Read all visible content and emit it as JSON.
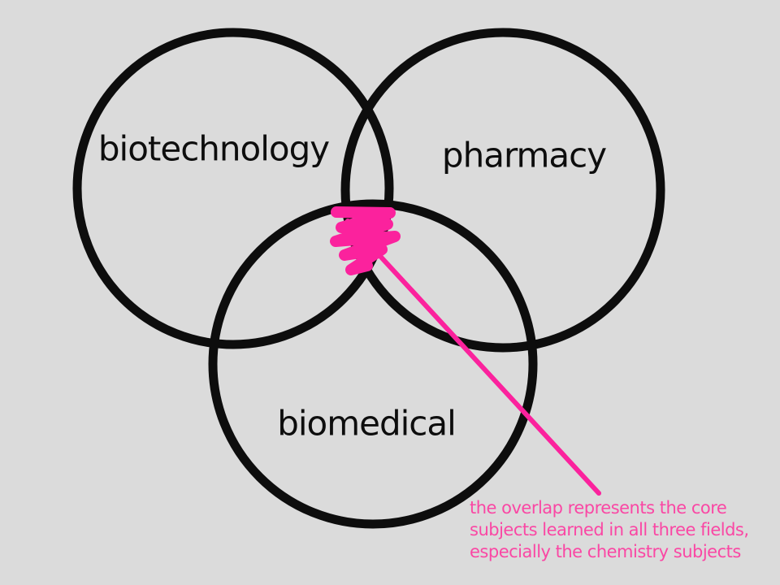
{
  "diagram": {
    "type": "venn-3-circle",
    "sets": [
      {
        "label": "biotechnology",
        "position": "top-left"
      },
      {
        "label": "pharmacy",
        "position": "top-right"
      },
      {
        "label": "biomedical",
        "position": "bottom-center"
      }
    ],
    "overlap_highlight": "pink marker scribble on triple-overlap region",
    "annotation": {
      "lines": [
        "the overlap represents the core",
        "subjects learned in all three fields,",
        "especially the chemistry subjects"
      ]
    },
    "colors": {
      "background": "#dbdbdb",
      "circle_stroke": "#0d0d0d",
      "highlight_pink": "#fb229d",
      "annotation_pink": "#fa47a4"
    }
  }
}
